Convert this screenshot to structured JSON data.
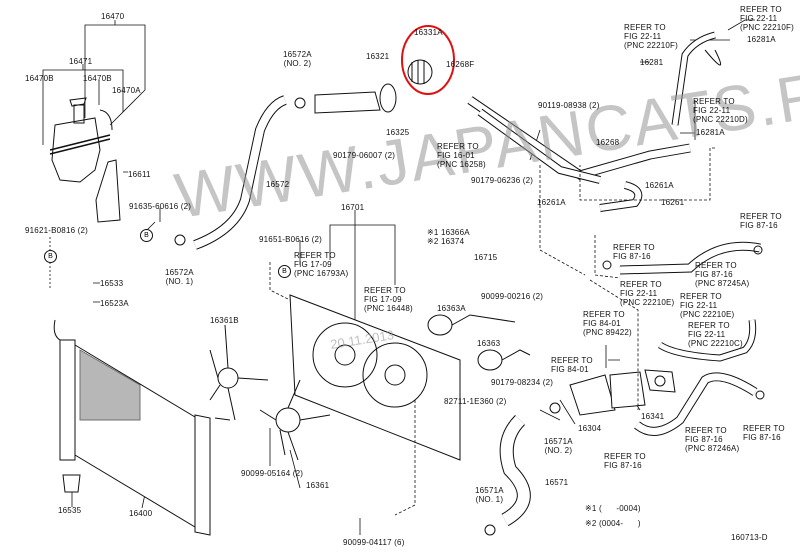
{
  "watermark": "WWW.JAPANCATS.RU",
  "date_stamp": "20.11.2013",
  "marker_b": "B",
  "highlight_color": "#e01010",
  "labels": [
    "16470",
    "16471",
    "16470B",
    "16470B",
    "16470A",
    "16611",
    "91635-60616 (2)",
    "91621-B0816 (2)",
    "16533",
    "16523A",
    "16572A\n(NO. 2)",
    "16321",
    "16331A",
    "16268F",
    "16325",
    "90179-06007 (2)",
    "16572",
    "16572A\n(NO. 1)",
    "16701",
    "91651-B0616 (2)",
    "REFER TO\nFIG 17-09\n(PNC 16793A)",
    "REFER TO\nFIG 17-09\n(PNC 16448)",
    "※1 16366A\n※2 16374",
    "16715",
    "90099-00216 (2)",
    "16363A",
    "16363",
    "REFER TO\nFIG 84-01",
    "90179-08234 (2)",
    "82711-1E360 (2)",
    "16341",
    "16304",
    "16571A\n(NO. 2)",
    "REFER TO\nFIG 87-16",
    "16571",
    "16571A\n(NO. 1)",
    "REFER TO\nFIG 84-01\n(PNC 89422)",
    "REFER TO\nFIG 22-11\n(PNC 22210E)",
    "REFER TO\nFIG 22-11\n(PNC 22210E)",
    "REFER TO\nFIG 22-11\n(PNC 22210C)",
    "REFER TO\nFIG 87-16\n(PNC 87245A)",
    "REFER TO\nFIG 87-16",
    "REFER TO\nFIG 87-16",
    "REFER TO\nFIG 87-16\n(PNC 87246A)",
    "REFER TO\nFIG 87-16",
    "REFER TO\nFIG 22-11\n(PNC 22210F)",
    "REFER TO\nFIG 22-11\n(PNC 22210F)",
    "16281A",
    "16281",
    "REFER TO\nFIG 22-11\n(PNC 22210D)",
    "16281A",
    "90119-08938 (2)",
    "REFER TO\nFIG 16-01\n(PNC 16258)",
    "16268",
    "90179-06236 (2)",
    "16261A",
    "16261A",
    "16261",
    "16361B",
    "90099-05164 (2)",
    "16361",
    "16535",
    "16400",
    "90099-04117 (6)",
    "※1 (      -0004)",
    "※2 (0004-      )",
    "160713-D"
  ]
}
